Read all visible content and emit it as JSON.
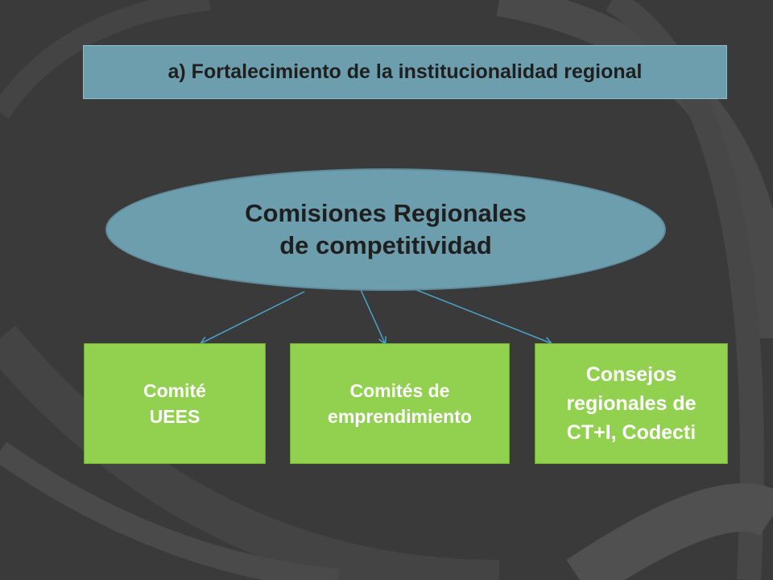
{
  "title": "a) Fortalecimiento de la institucionalidad regional",
  "central_node": "Comisiones Regionales\nde competitividad",
  "child_nodes": [
    {
      "id": "comite",
      "label": "Comité\nUEES"
    },
    {
      "id": "comites",
      "label": "Comités de\nemprendimiento"
    },
    {
      "id": "consejos",
      "label": "Consejos\nregionales de\nCT+I, Codecti"
    }
  ],
  "colors": {
    "background": "#3a3a3a",
    "title_fill": "#6d9eae",
    "ellipse_fill": "#6d9eae",
    "box_fill": "#92d050",
    "arrow": "#4aa3c8"
  }
}
